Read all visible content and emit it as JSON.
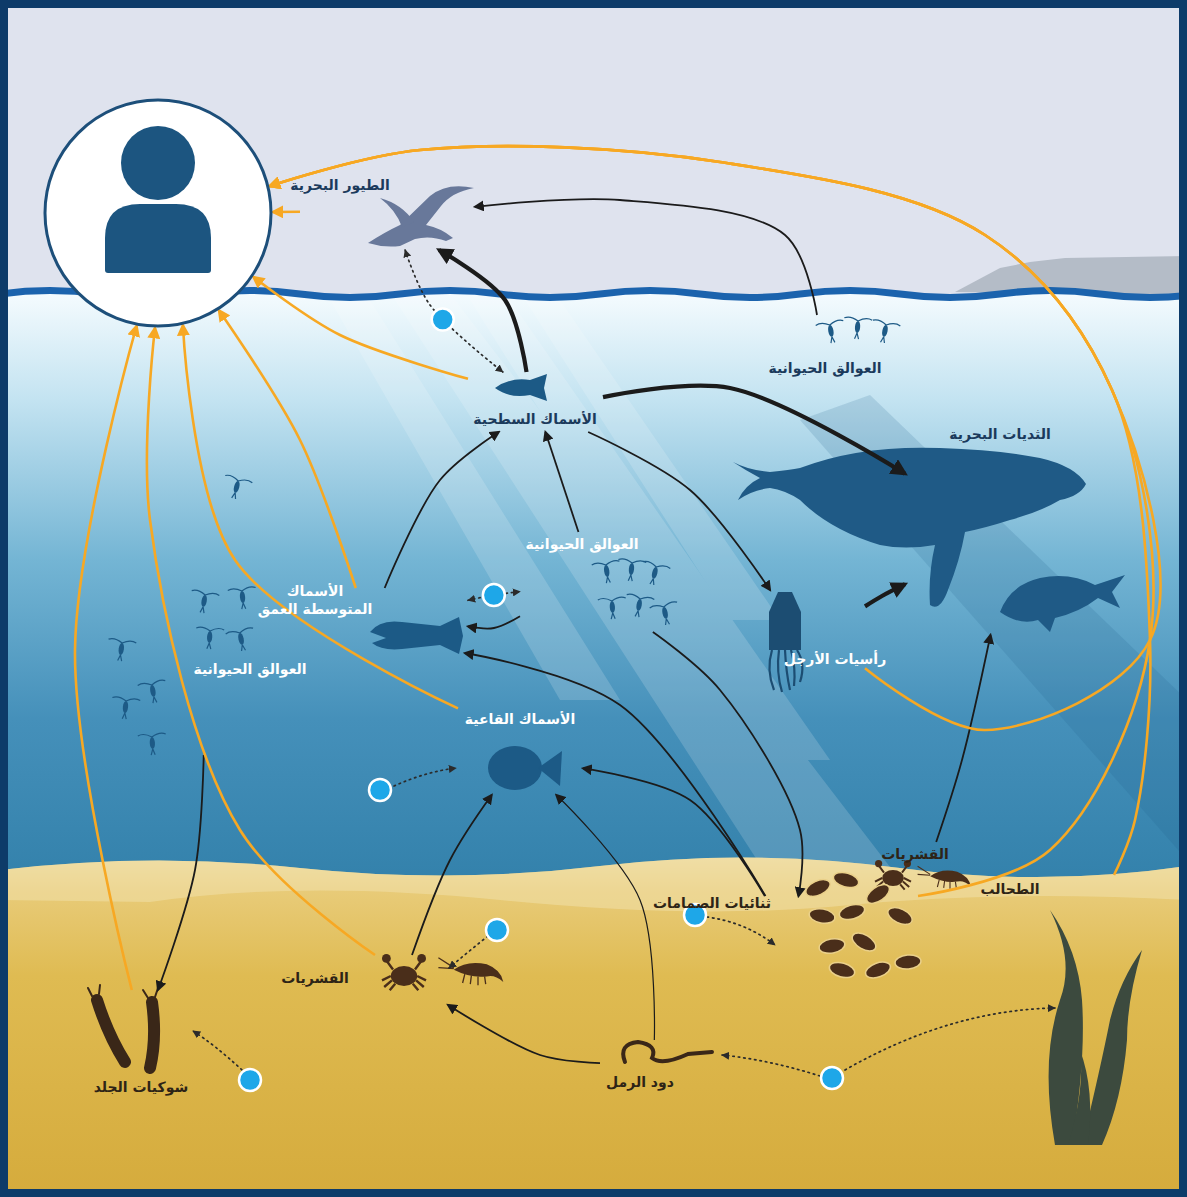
{
  "diagram": {
    "nodes": [
      {
        "text": []
      },
      {
        "text": [
          "الطيور البحرية"
        ]
      },
      {
        "text": [
          "العوالق الحيوانية"
        ]
      },
      {
        "text": [
          "الأسماك السطحية"
        ]
      },
      {
        "text": [
          "الثديات البحرية"
        ]
      },
      {
        "text": [
          "العوالق الحيوانية"
        ]
      },
      {
        "text": [
          "الأسماك المتوسطة العمق"
        ]
      },
      {
        "text": [
          "رأسيات الأرجل"
        ]
      },
      {
        "text": [
          "العوالق الحيوانية"
        ]
      },
      {
        "text": [
          "الأسماك القاعية"
        ]
      },
      {
        "text": [
          "القشريات"
        ]
      },
      {
        "text": [
          "الطحالب"
        ]
      },
      {
        "text": [
          "ثنائيات الصمامات"
        ]
      },
      {
        "text": [
          "القشريات"
        ]
      },
      {
        "text": [
          "شوكيات الجلد"
        ]
      },
      {
        "text": [
          "دود الرمل"
        ]
      }
    ],
    "edges": [
      {
        "from": 3,
        "to": 1,
        "arrow": "to"
      },
      {
        "from": 2,
        "to": 1,
        "arrow": "to"
      },
      {
        "from": 3,
        "to": 4,
        "arrow": "to"
      },
      {
        "from": 3,
        "to": 7,
        "arrow": "to"
      },
      {
        "from": 7,
        "to": 4,
        "arrow": "to"
      },
      {
        "from": 6,
        "to": 3,
        "arrow": "to"
      },
      {
        "from": 5,
        "to": 3,
        "arrow": "to"
      },
      {
        "from": 5,
        "to": 6,
        "arrow": "to"
      },
      {
        "from": 5,
        "to": 12,
        "arrow": "to"
      },
      {
        "from": 12,
        "to": 6,
        "arrow": "to"
      },
      {
        "from": 12,
        "to": 9,
        "arrow": "to"
      },
      {
        "from": 13,
        "to": 9,
        "arrow": "to"
      },
      {
        "from": 15,
        "to": 9,
        "arrow": "to"
      },
      {
        "from": 15,
        "to": 13,
        "arrow": "to"
      },
      {
        "from": 10,
        "to": 4,
        "arrow": "to"
      },
      {
        "from": 8,
        "to": 14,
        "arrow": "to"
      },
      {
        "from": 1,
        "to": 3,
        "arrow": "both"
      },
      {
        "from": 6,
        "to": 5,
        "arrow": "both"
      },
      {
        "from": 1,
        "to": 0,
        "arrow": "to"
      },
      {
        "from": 3,
        "to": 0,
        "arrow": "to"
      },
      {
        "from": 6,
        "to": 0,
        "arrow": "to"
      },
      {
        "from": 9,
        "to": 0,
        "arrow": "to"
      },
      {
        "from": 13,
        "to": 0,
        "arrow": "to"
      },
      {
        "from": 14,
        "to": 0,
        "arrow": "to"
      },
      {
        "from": 7,
        "to": 0,
        "arrow": "to"
      },
      {
        "from": 12,
        "to": 0,
        "arrow": "to"
      },
      {
        "from": 11,
        "to": 0,
        "arrow": "to"
      }
    ]
  }
}
